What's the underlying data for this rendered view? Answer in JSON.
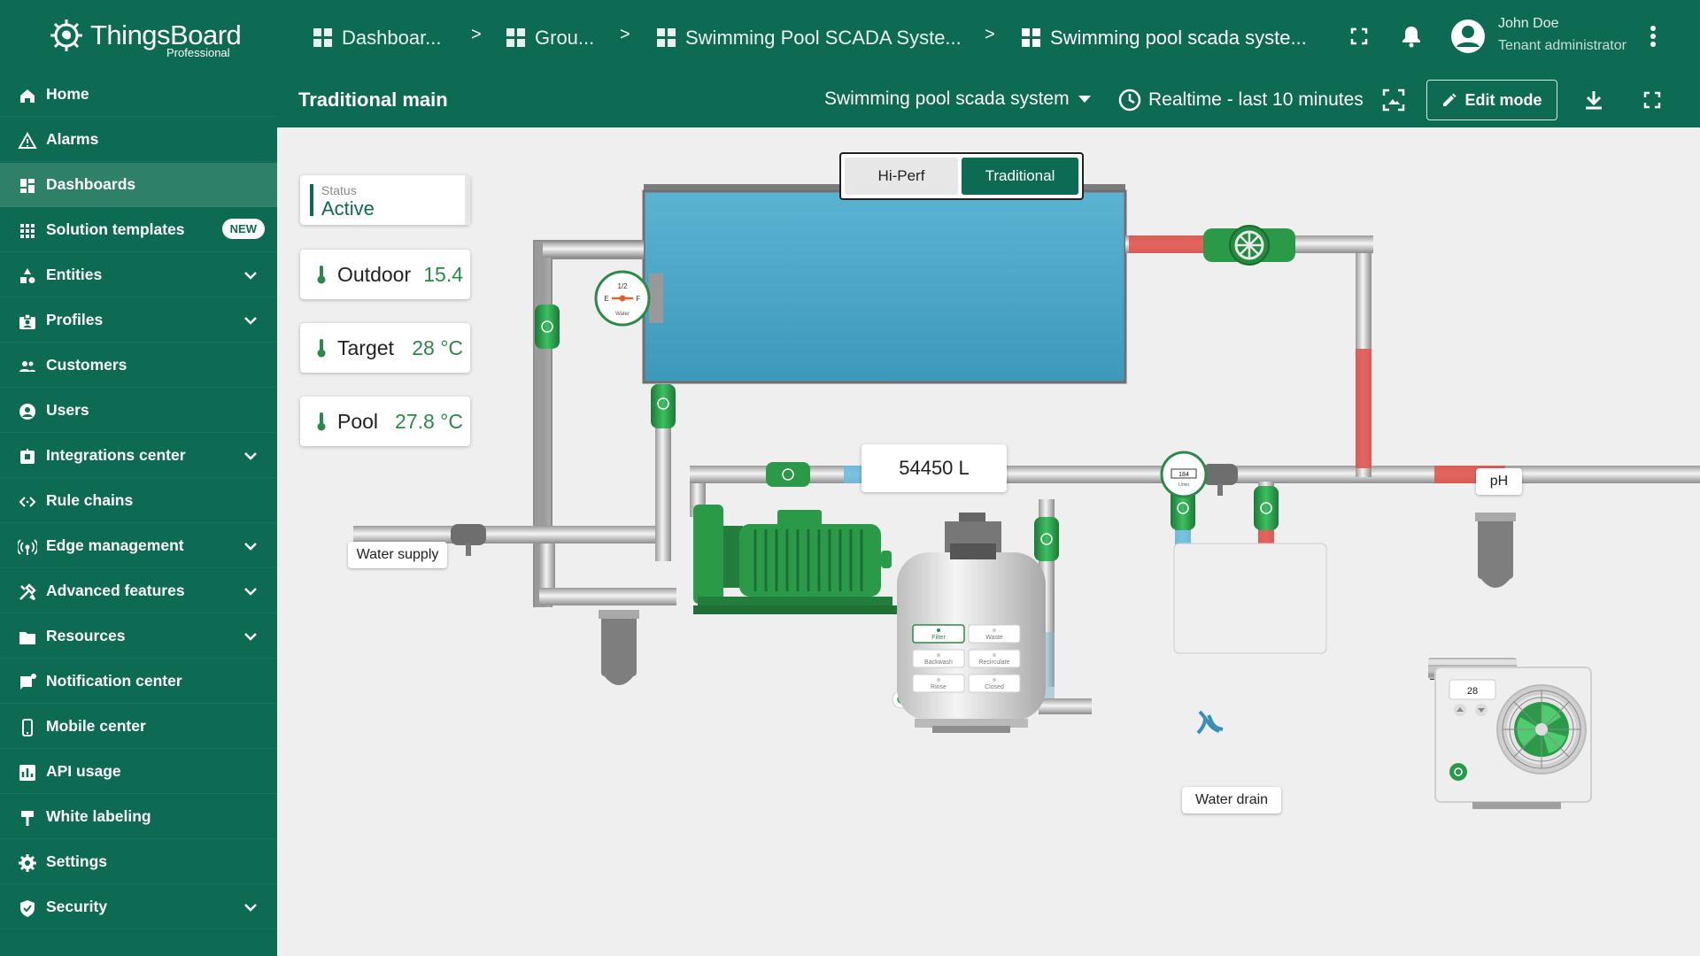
{
  "app": {
    "name": "ThingsBoard",
    "edition": "Professional"
  },
  "breadcrumbs": [
    {
      "label": "Dashboar..."
    },
    {
      "label": "Grou..."
    },
    {
      "label": "Swimming Pool SCADA Syste..."
    },
    {
      "label": "Swimming pool scada syste..."
    }
  ],
  "breadcrumb_separator": ">",
  "user": {
    "name": "John Doe",
    "role": "Tenant administrator"
  },
  "sidebar": {
    "items": [
      {
        "label": "Home",
        "icon": "home-icon"
      },
      {
        "label": "Alarms",
        "icon": "warning-icon"
      },
      {
        "label": "Dashboards",
        "icon": "dashboard-icon",
        "active": true
      },
      {
        "label": "Solution templates",
        "icon": "apps-icon",
        "badge": "NEW"
      },
      {
        "label": "Entities",
        "icon": "entities-icon",
        "expandable": true
      },
      {
        "label": "Profiles",
        "icon": "badge-icon",
        "expandable": true
      },
      {
        "label": "Customers",
        "icon": "people-icon"
      },
      {
        "label": "Users",
        "icon": "account-icon"
      },
      {
        "label": "Integrations center",
        "icon": "integration-icon",
        "expandable": true
      },
      {
        "label": "Rule chains",
        "icon": "code-icon"
      },
      {
        "label": "Edge management",
        "icon": "edge-icon",
        "expandable": true
      },
      {
        "label": "Advanced features",
        "icon": "tools-icon",
        "expandable": true
      },
      {
        "label": "Resources",
        "icon": "folder-icon",
        "expandable": true
      },
      {
        "label": "Notification center",
        "icon": "notification-icon"
      },
      {
        "label": "Mobile center",
        "icon": "phone-icon"
      },
      {
        "label": "API usage",
        "icon": "chart-icon"
      },
      {
        "label": "White labeling",
        "icon": "brush-icon"
      },
      {
        "label": "Settings",
        "icon": "gear-icon"
      },
      {
        "label": "Security",
        "icon": "shield-icon",
        "expandable": true
      }
    ]
  },
  "subheader": {
    "state_title": "Traditional main",
    "entity_select": "Swimming pool scada system",
    "timewindow": "Realtime - last 10 minutes",
    "edit_button": "Edit mode"
  },
  "view_toggle": {
    "options": [
      "Hi-Perf",
      "Traditional"
    ],
    "selected": "Traditional"
  },
  "status_card": {
    "label": "Status",
    "value": "Active"
  },
  "temp_cards": [
    {
      "label": "Outdoor",
      "value": "15.4"
    },
    {
      "label": "Target",
      "value": "28 °C"
    },
    {
      "label": "Pool",
      "value": "27.8 °C"
    }
  ],
  "pool_volume": "54450 L",
  "labels": {
    "water_supply": "Water supply",
    "water_drain": "Water drain",
    "ph": "pH"
  },
  "gauge": {
    "top": "1/2",
    "left": "E",
    "right": "F",
    "bottom": "Water"
  },
  "flow_meter": {
    "value": "184",
    "unit": "L/min"
  },
  "filter_modes": [
    "Filter",
    "Waste",
    "Backwash",
    "Recirculate",
    "Rinse",
    "Closed"
  ],
  "heat_pump": {
    "setpoint": "28"
  },
  "colors": {
    "brand": "#0d6a53",
    "active_nav": "#2f8068",
    "value_green": "#2a8a4a",
    "pool_water": "#4fa8c8",
    "hot_pipe": "#e0574f",
    "cold_pipe": "#6bbde0",
    "equipment_green": "#2a9a48"
  }
}
